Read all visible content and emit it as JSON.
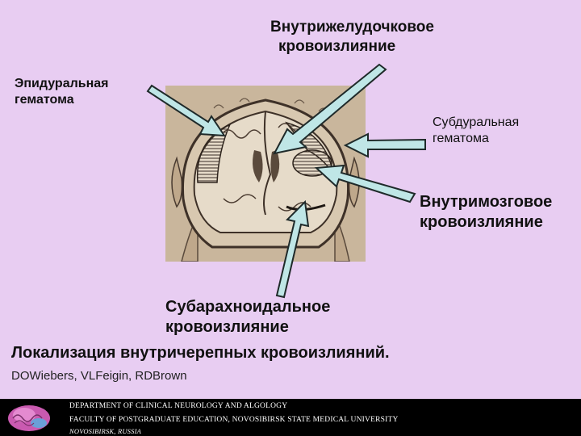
{
  "labels": {
    "intraventricular_line1": "Внутрижелудочковое",
    "intraventricular_line2": "кровоизлияние",
    "epidural": "Эпидуральная\nгематома",
    "subdural": "Субдуральная\nгематома",
    "intracerebral": "Внутримозговое\nкровоизлияние",
    "subarachnoid_line1": "Субарахноидальное",
    "subarachnoid_line2": "кровоизлияние"
  },
  "caption": "Локализация внутричерепных кровоизлияний.",
  "authors": "DOWiebers, VLFeigin, RDBrown",
  "footer": {
    "line1": "DEPARTMENT OF CLINICAL NEUROLOGY AND ALGOLOGY",
    "line2": "FACULTY OF POSTGRADUATE EDUCATION, NOVOSIBIRSK STATE MEDICAL UNIVERSITY",
    "line3": "NOVOSIBIRSK, RUSSIA"
  },
  "colors": {
    "background": "#e8cdf2",
    "arrow_fill": "#bfe6e6",
    "figure_bg": "#c9b69c",
    "footer_bg": "#000000"
  }
}
